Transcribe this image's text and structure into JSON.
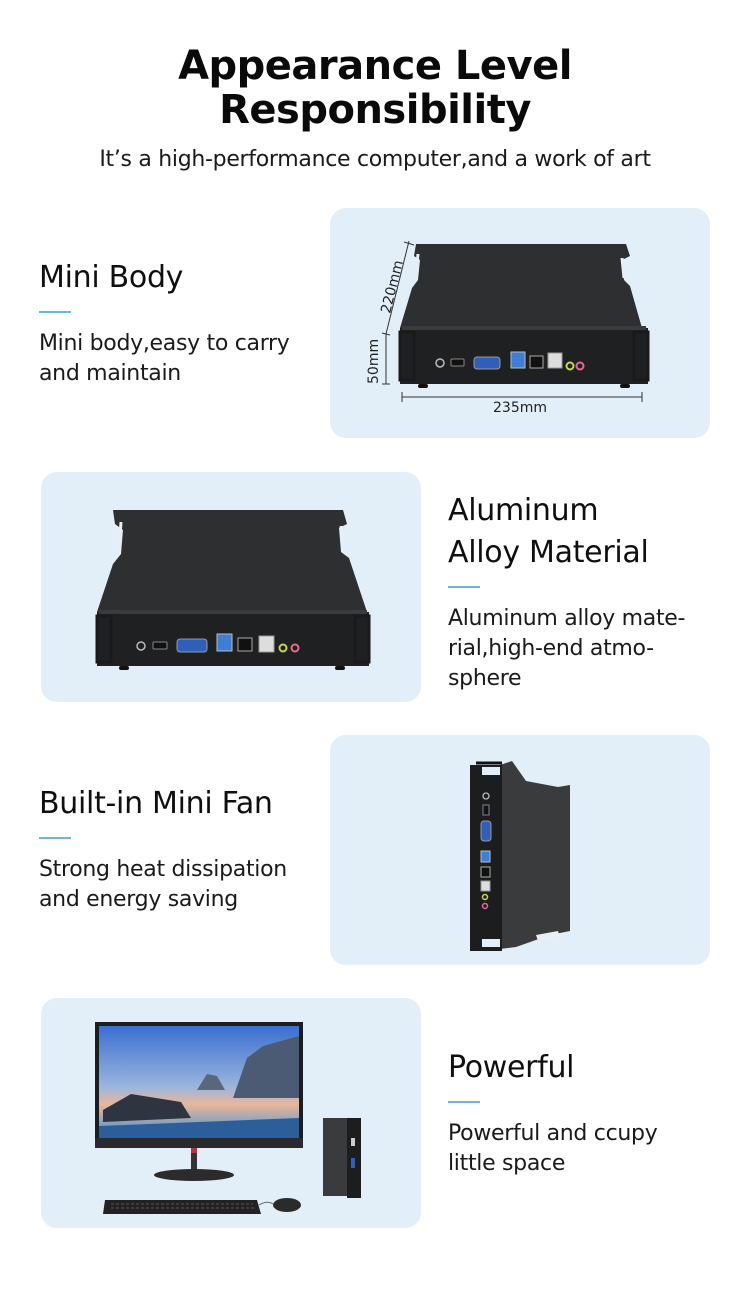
{
  "header": {
    "title_line1": "Appearance Level",
    "title_line2": "Responsibility",
    "subtitle": "It’s a high-performance computer,and a work of art"
  },
  "colors": {
    "card_bg": "#e2eef8",
    "accent_line": "#67b7df",
    "text": "#111111",
    "case_black": "#2b2c2e",
    "vga_blue": "#2f5fb8",
    "usb3_blue": "#3f7ed6",
    "audio_green": "#c8d64a",
    "audio_pink": "#e66a8f"
  },
  "features": [
    {
      "title": "Mini Body",
      "description": "Mini body,easy to carry\nand maintain",
      "image": "mini-pc-dimensions",
      "dimensions": {
        "depth": "220mm",
        "height": "50mm",
        "width": "235mm"
      }
    },
    {
      "title": "Aluminum\nAlloy Material",
      "description": "Aluminum alloy mate-\nrial,high-end atmo-\nsphere",
      "image": "mini-pc-rear-view"
    },
    {
      "title": "Built-in Mini Fan",
      "description": "Strong heat dissipation\nand energy saving",
      "image": "mini-pc-vertical"
    },
    {
      "title": "Powerful",
      "description": "Powerful and ccupy\nlittle space",
      "image": "desktop-setup-with-monitor"
    }
  ]
}
